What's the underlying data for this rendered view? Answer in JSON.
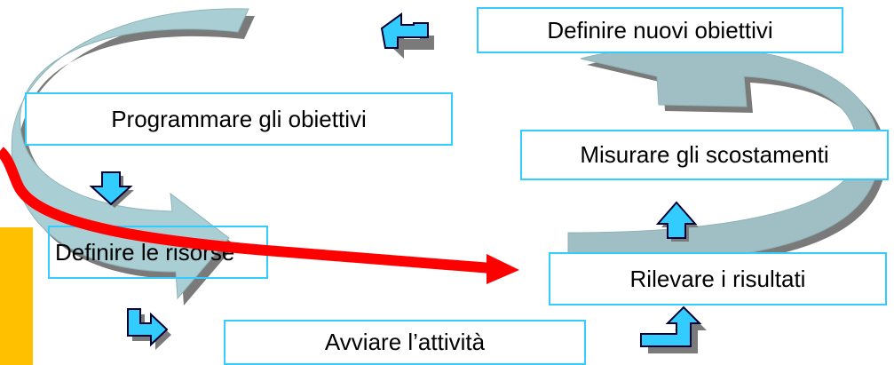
{
  "steps": {
    "programmare": "Programmare gli obiettivi",
    "definire_risorse": "Definire le risorse",
    "avviare": "Avviare l’attività",
    "rilevare": "Rilevare i risultati",
    "misurare": "Misurare gli scostamenti",
    "definire_nuovi": "Definire nuovi obiettivi"
  },
  "colors": {
    "box_border": "#33ccff",
    "cycle_arrow": "#a9cfd4",
    "cycle_arrow_right": "#9fbfc4",
    "shadow": "#7a7a7a",
    "small_arrow": "#33ccff",
    "red_arrow": "#ff0000",
    "yellow_block": "#ffc000"
  },
  "icons": [
    "down-arrow-icon",
    "bent-arrow-icon",
    "up-arrow-icon",
    "left-turn-arrow-icon"
  ]
}
